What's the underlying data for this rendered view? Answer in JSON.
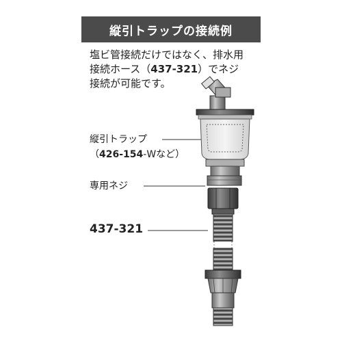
{
  "title": "縦引トラップの接続例",
  "description": {
    "line1": "塩ビ管接続だけではなく、排水用",
    "line2_prefix": "接続ホース（",
    "line2_code": "437-321",
    "line2_suffix": "）でネジ",
    "line3": "接続が可能です。"
  },
  "labels": {
    "trap_name": "縦引トラップ",
    "trap_code_open": "（",
    "trap_code": "426-154",
    "trap_code_suffix": "-Wなど）",
    "nut": "専用ネジ",
    "hose_code": "437-321"
  }
}
